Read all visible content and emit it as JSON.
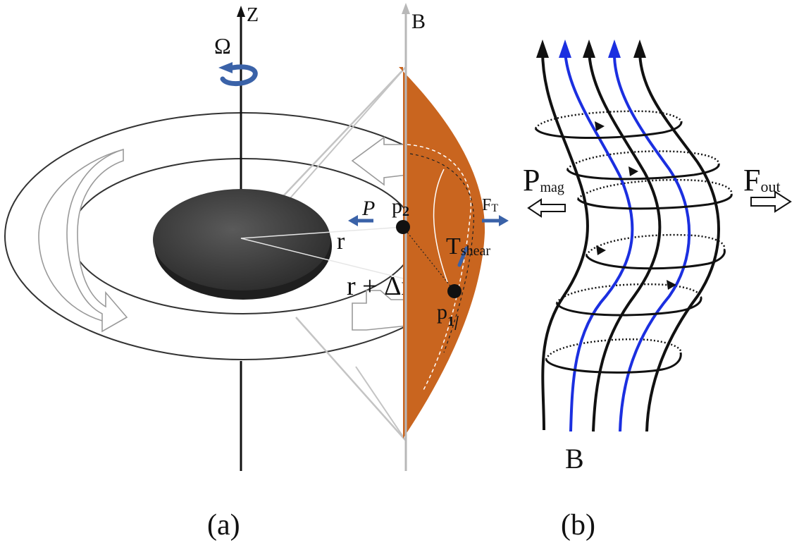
{
  "panel_a": {
    "caption": "(a)",
    "labels": {
      "z_axis": "Z",
      "b_axis": "B",
      "omega": "Ω",
      "radius": "r",
      "radius_plus": "r + Δr",
      "pressure": "P",
      "p2_main": "p",
      "p2_sub": "2",
      "p1_main": "p",
      "p1_sub": "1",
      "force_main": "F",
      "force_sub": "T",
      "tension_main": "T",
      "tension_sub": "shear"
    },
    "colors": {
      "wedge_fill": "#c9651f",
      "arrow_blue": "#3a62a8",
      "disk_dark": "#3d3d3d"
    }
  },
  "panel_b": {
    "caption": "(b)",
    "labels": {
      "field": "B",
      "pmag_main": "P",
      "pmag_sub": "mag",
      "fout_main": "F",
      "fout_sub": "out"
    },
    "colors": {
      "line_black": "#111111",
      "line_blue": "#1b2fe0"
    }
  }
}
